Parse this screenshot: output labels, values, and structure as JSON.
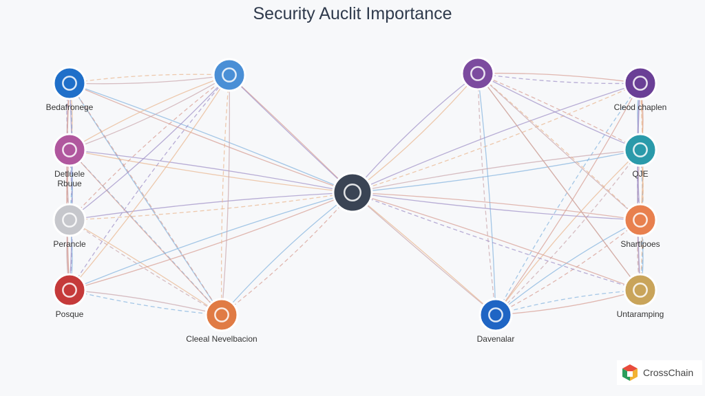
{
  "title": "Security Auclit Importance",
  "logo_text": "CrossChain",
  "nodes": [
    {
      "id": "n1",
      "label": "Bedafronege",
      "color": "#1f6fc9",
      "icon": "snowflake-icon"
    },
    {
      "id": "n2",
      "label": "Detluele Rbuue",
      "color": "#b0579e",
      "icon": "hand-icon"
    },
    {
      "id": "n3",
      "label": "Perancle",
      "color": "#c6c7cc",
      "icon": "shoe-icon"
    },
    {
      "id": "n4",
      "label": "Posque",
      "color": "#c53a3a",
      "icon": "pattern-icon"
    },
    {
      "id": "n5",
      "label": "",
      "color": "#4a8fd6",
      "icon": "gear-burst-icon"
    },
    {
      "id": "n6",
      "label": "Cleeal Nevelbacion",
      "color": "#e07b44",
      "icon": "hexagon-box-icon"
    },
    {
      "id": "c",
      "label": "",
      "color": "#3a4454",
      "icon": "lock-icon"
    },
    {
      "id": "n7",
      "label": "",
      "color": "#7c4b9f",
      "icon": "cube-icon"
    },
    {
      "id": "n8",
      "label": "Davenalar",
      "color": "#1f65c4",
      "icon": "sun-gear-icon"
    },
    {
      "id": "n9",
      "label": "Cleod chaplen",
      "color": "#6a3f96",
      "icon": "book-icon"
    },
    {
      "id": "n10",
      "label": "QJE",
      "color": "#2a9aaa",
      "icon": "device-icon"
    },
    {
      "id": "n11",
      "label": "Shartlpoes",
      "color": "#e8804e",
      "icon": "brain-icon"
    },
    {
      "id": "n12",
      "label": "Untaramping",
      "color": "#c9a45a",
      "icon": "books-icon"
    }
  ],
  "edge_colors": [
    "#7fb0dd",
    "#d59a8f",
    "#9b8cc4",
    "#e8b48a",
    "#c8a3a8"
  ]
}
